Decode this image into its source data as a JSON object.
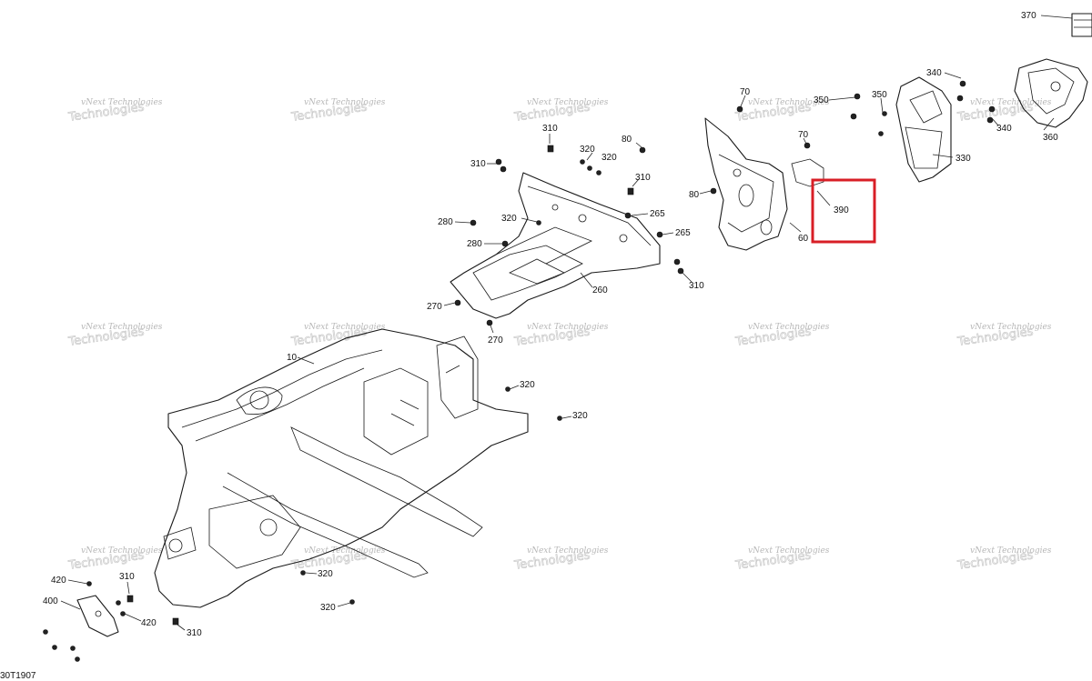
{
  "document_ref": "30T1907",
  "watermark": {
    "line1": "vNext Technologies",
    "line2": "Technologies"
  },
  "highlight": {
    "part": "390",
    "color": "#d81e26"
  },
  "callouts": [
    {
      "id": "c370",
      "label": "370"
    },
    {
      "id": "c340a",
      "label": "340"
    },
    {
      "id": "c340b",
      "label": "340"
    },
    {
      "id": "c360",
      "label": "360"
    },
    {
      "id": "c330",
      "label": "330"
    },
    {
      "id": "c350a",
      "label": "350"
    },
    {
      "id": "c350b",
      "label": "350"
    },
    {
      "id": "c70a",
      "label": "70"
    },
    {
      "id": "c70b",
      "label": "70"
    },
    {
      "id": "c80a",
      "label": "80"
    },
    {
      "id": "c80b",
      "label": "80"
    },
    {
      "id": "c60",
      "label": "60"
    },
    {
      "id": "c390",
      "label": "390"
    },
    {
      "id": "c310a",
      "label": "310"
    },
    {
      "id": "c310b",
      "label": "310"
    },
    {
      "id": "c310c",
      "label": "310"
    },
    {
      "id": "c310d",
      "label": "310"
    },
    {
      "id": "c310e",
      "label": "310"
    },
    {
      "id": "c310f",
      "label": "310"
    },
    {
      "id": "c320a",
      "label": "320"
    },
    {
      "id": "c320b",
      "label": "320"
    },
    {
      "id": "c320c",
      "label": "320"
    },
    {
      "id": "c320d",
      "label": "320"
    },
    {
      "id": "c320e",
      "label": "320"
    },
    {
      "id": "c320f",
      "label": "320"
    },
    {
      "id": "c320g",
      "label": "320"
    },
    {
      "id": "c265a",
      "label": "265"
    },
    {
      "id": "c265b",
      "label": "265"
    },
    {
      "id": "c280a",
      "label": "280"
    },
    {
      "id": "c280b",
      "label": "280"
    },
    {
      "id": "c260",
      "label": "260"
    },
    {
      "id": "c270a",
      "label": "270"
    },
    {
      "id": "c270b",
      "label": "270"
    },
    {
      "id": "c10",
      "label": "10"
    },
    {
      "id": "c420a",
      "label": "420"
    },
    {
      "id": "c420b",
      "label": "420"
    },
    {
      "id": "c400",
      "label": "400"
    }
  ]
}
